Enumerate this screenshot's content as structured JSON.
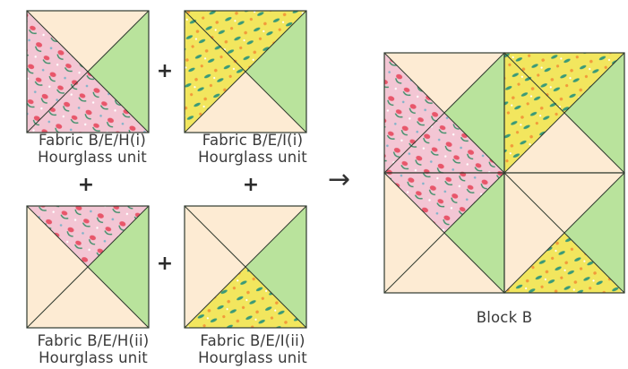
{
  "colors": {
    "cream": "#FDEBD3",
    "green": "#B9E39C",
    "pink_base": "#F3C6D4",
    "yellow_base": "#F2E65E",
    "outline": "#2f3a2f"
  },
  "units": [
    {
      "name": "Fabric B/E/H(i)",
      "type": "Hourglass unit",
      "triangles": {
        "top": "cream",
        "right": "green",
        "bottom": "pink",
        "left": "pink"
      }
    },
    {
      "name": "Fabric B/E/I(i)",
      "type": "Hourglass unit",
      "triangles": {
        "top": "yellow",
        "right": "green",
        "bottom": "cream",
        "left": "yellow"
      }
    },
    {
      "name": "Fabric B/E/H(ii)",
      "type": "Hourglass unit",
      "triangles": {
        "top": "pink",
        "right": "green",
        "bottom": "cream",
        "left": "cream"
      }
    },
    {
      "name": "Fabric B/E/I(ii)",
      "type": "Hourglass unit",
      "triangles": {
        "top": "cream",
        "right": "green",
        "bottom": "yellow",
        "left": "cream"
      }
    }
  ],
  "operators": {
    "plus": "+",
    "arrow": "→"
  },
  "result": {
    "label": "Block B"
  }
}
